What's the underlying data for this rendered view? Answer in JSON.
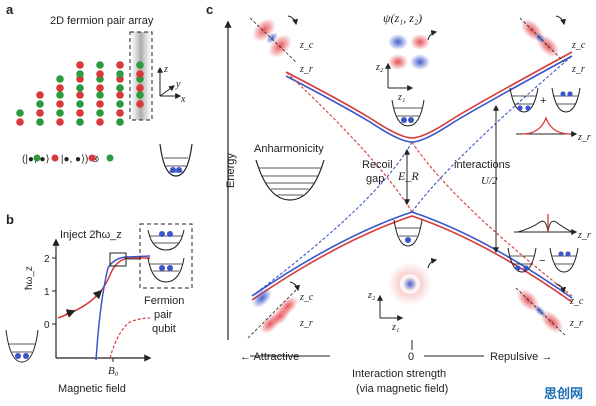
{
  "panel_a": {
    "label": "a",
    "title": "2D fermion pair array",
    "axis_z": "z",
    "axis_y": "y",
    "axis_x": "x",
    "state_formula": "(|●, ●⟩ − |●, ●⟩) ⊗"
  },
  "panel_b": {
    "label": "b",
    "inject_label": "Inject 2ħω_z",
    "ylabel": "ħω_z",
    "ytick_2": "2",
    "ytick_1": "1",
    "ytick_0": "0",
    "xtick_b0": "B₀",
    "xlabel": "Magnetic field",
    "qubit_label_1": "Fermion",
    "qubit_label_2": "pair",
    "qubit_label_3": "qubit"
  },
  "panel_c": {
    "label": "c",
    "ylabel": "Energy",
    "psi_label": "ψ(z₁, z₂)",
    "anharmonicity_label": "Anharmonicity",
    "recoil_gap_1": "Recoil",
    "recoil_gap_2": "gap",
    "er_label": "E_R",
    "interactions_1": "interactions",
    "interactions_2": "U/2",
    "x_attractive": "← Attractive",
    "x_zero": "0",
    "x_repulsive": "Repulsive →",
    "xlabel_1": "Interaction strength",
    "xlabel_2": "(via magnetic field)",
    "coord_zc": "z_c",
    "coord_zr": "z_r",
    "coord_z1": "z₁",
    "coord_z2": "z₂"
  },
  "watermark": "思创网",
  "colors": {
    "red": "#d9383a",
    "blue": "#3b55c9",
    "green": "#2e9a3f",
    "dark": "#222222"
  }
}
